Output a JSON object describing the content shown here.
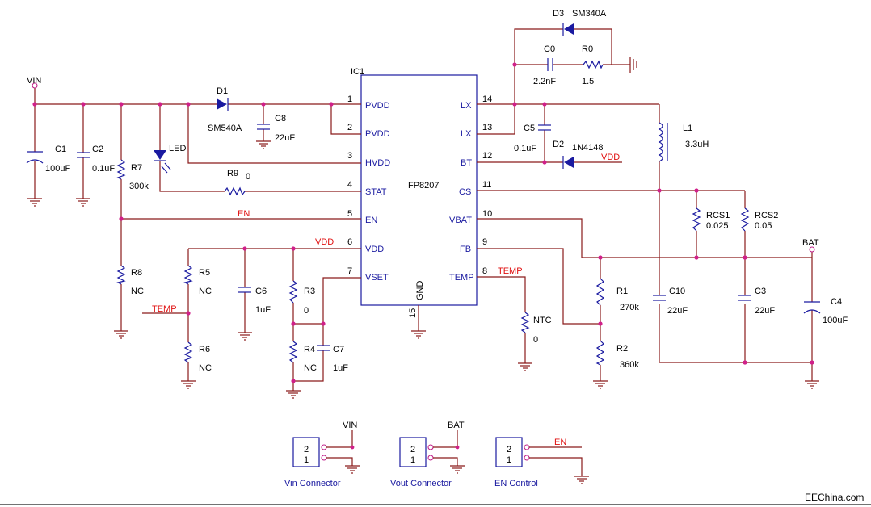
{
  "ic": {
    "ref": "IC1",
    "part": "FP8207",
    "gnd_pin_name": "GND",
    "gnd_pin_num": "15",
    "left_pins": [
      {
        "num": "1",
        "name": "PVDD"
      },
      {
        "num": "2",
        "name": "PVDD"
      },
      {
        "num": "3",
        "name": "HVDD"
      },
      {
        "num": "4",
        "name": "STAT"
      },
      {
        "num": "5",
        "name": "EN"
      },
      {
        "num": "6",
        "name": "VDD"
      },
      {
        "num": "7",
        "name": "VSET"
      }
    ],
    "right_pins": [
      {
        "num": "14",
        "name": "LX"
      },
      {
        "num": "13",
        "name": "LX"
      },
      {
        "num": "12",
        "name": "BT"
      },
      {
        "num": "11",
        "name": "CS"
      },
      {
        "num": "10",
        "name": "VBAT"
      },
      {
        "num": "9",
        "name": "FB"
      },
      {
        "num": "8",
        "name": "TEMP"
      }
    ]
  },
  "components": {
    "C1": {
      "ref": "C1",
      "value": "100uF"
    },
    "C2": {
      "ref": "C2",
      "value": "0.1uF"
    },
    "R7": {
      "ref": "R7",
      "value": "300k"
    },
    "LED": {
      "ref": "LED"
    },
    "D1": {
      "ref": "D1",
      "value": "SM540A"
    },
    "C8": {
      "ref": "C8",
      "value": "22uF"
    },
    "R9": {
      "ref": "R9",
      "value": "0"
    },
    "R8": {
      "ref": "R8",
      "value": "NC"
    },
    "R5": {
      "ref": "R5",
      "value": "NC"
    },
    "R6": {
      "ref": "R6",
      "value": "NC"
    },
    "C6": {
      "ref": "C6",
      "value": "1uF"
    },
    "R3": {
      "ref": "R3",
      "value": "0"
    },
    "R4": {
      "ref": "R4",
      "value": "NC"
    },
    "C7": {
      "ref": "C7",
      "value": "1uF"
    },
    "D3": {
      "ref": "D3",
      "value": "SM340A"
    },
    "C0": {
      "ref": "C0",
      "value": "2.2nF"
    },
    "R0": {
      "ref": "R0",
      "value": "1.5"
    },
    "C5": {
      "ref": "C5",
      "value": "0.1uF"
    },
    "D2": {
      "ref": "D2",
      "value": "1N4148"
    },
    "L1": {
      "ref": "L1",
      "value": "3.3uH"
    },
    "RCS1": {
      "ref": "RCS1",
      "value": "0.025"
    },
    "RCS2": {
      "ref": "RCS2",
      "value": "0.05"
    },
    "C10": {
      "ref": "C10",
      "value": "22uF"
    },
    "C3": {
      "ref": "C3",
      "value": "22uF"
    },
    "C4": {
      "ref": "C4",
      "value": "100uF"
    },
    "R1": {
      "ref": "R1",
      "value": "270k"
    },
    "R2": {
      "ref": "R2",
      "value": "360k"
    },
    "NTC": {
      "ref": "NTC",
      "value": "0"
    }
  },
  "nets": {
    "vin": "VIN",
    "bat": "BAT",
    "en": "EN",
    "vdd": "VDD",
    "temp": "TEMP"
  },
  "connectors": [
    {
      "title": "Vin Connector",
      "net": "VIN",
      "pin2": "2",
      "pin1": "1"
    },
    {
      "title": "Vout Connector",
      "net": "BAT",
      "pin2": "2",
      "pin1": "1"
    },
    {
      "title": "EN Control",
      "net": "EN",
      "pin2": "2",
      "pin1": "1"
    }
  ],
  "watermark": "EEChina.com"
}
